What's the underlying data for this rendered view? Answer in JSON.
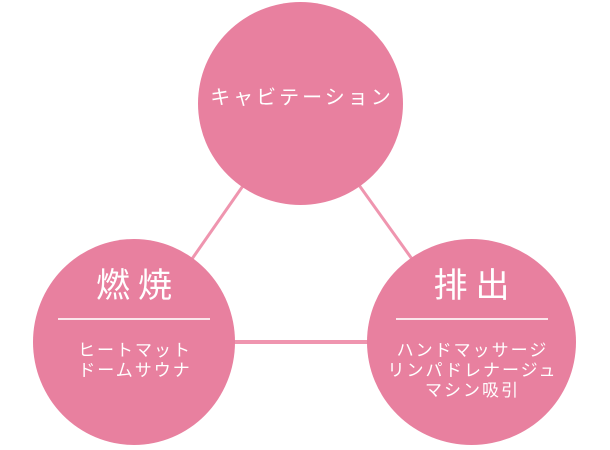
{
  "colors": {
    "background": "#ffffff",
    "circle": "#e8809f",
    "connector": "#ef95af",
    "divider": "#ffffff",
    "text": "#ffffff"
  },
  "circles": {
    "top": {
      "title": "キャビテーション"
    },
    "left": {
      "title": "燃焼",
      "items": [
        "ヒートマット",
        "ドームサウナ"
      ]
    },
    "right": {
      "title": "排出",
      "items": [
        "ハンドマッサージ",
        "リンパドレナージュ",
        "マシン吸引"
      ]
    }
  }
}
